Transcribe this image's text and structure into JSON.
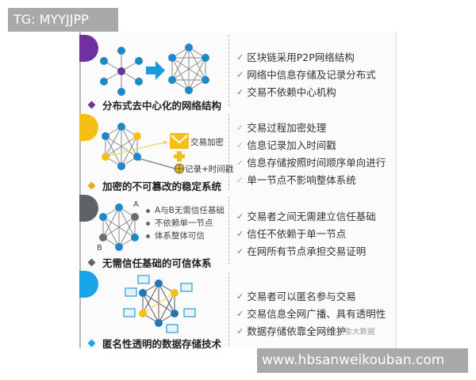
{
  "watermarks": {
    "top": "TG: MYYJJPP",
    "bottom": "www.hbsanweikouban.com",
    "brand": "财金大数据"
  },
  "colors": {
    "purple": "#7030a0",
    "yellow": "#f5bf16",
    "gray": "#5f6266",
    "blue": "#1aa3e8",
    "node_blue": "#1e88c8",
    "arrow_blue": "#1a9ae0"
  },
  "sections": [
    {
      "title": "分布式去中心化的网络结构",
      "accent": "purple",
      "points": [
        "区块链采用P2P网络结构",
        "网络中信息存储及记录分布式",
        "交易不依赖中心机构"
      ]
    },
    {
      "title": "加密的不可篡改的稳定系统",
      "accent": "yellow",
      "labels": {
        "encrypt": "交易加密",
        "record": "记录+时间戳"
      },
      "points": [
        "交易过程加密处理",
        "信息记录加入时间戳",
        "信息存储按照时间顺序单向进行",
        "单一节点不影响整体系统"
      ]
    },
    {
      "title": "无需信任基础的可信体系",
      "accent": "gray",
      "node_labels": {
        "a": "A",
        "b": "B"
      },
      "bullets": [
        "A与B无需信任基础",
        "不依赖单一节点",
        "体系整体可信"
      ],
      "points": [
        "交易者之间无需建立信任基础",
        "信任不依赖于单一节点",
        "在网所有节点承担交易证明"
      ]
    },
    {
      "title": "匿名性透明的数据存储技术",
      "accent": "blue",
      "points": [
        "交易者可以匿名参与交易",
        "交易信息全网广播、具有透明性",
        "数据存储依靠全网维护"
      ]
    }
  ],
  "icons": {
    "check": "✓",
    "plus": "+"
  }
}
